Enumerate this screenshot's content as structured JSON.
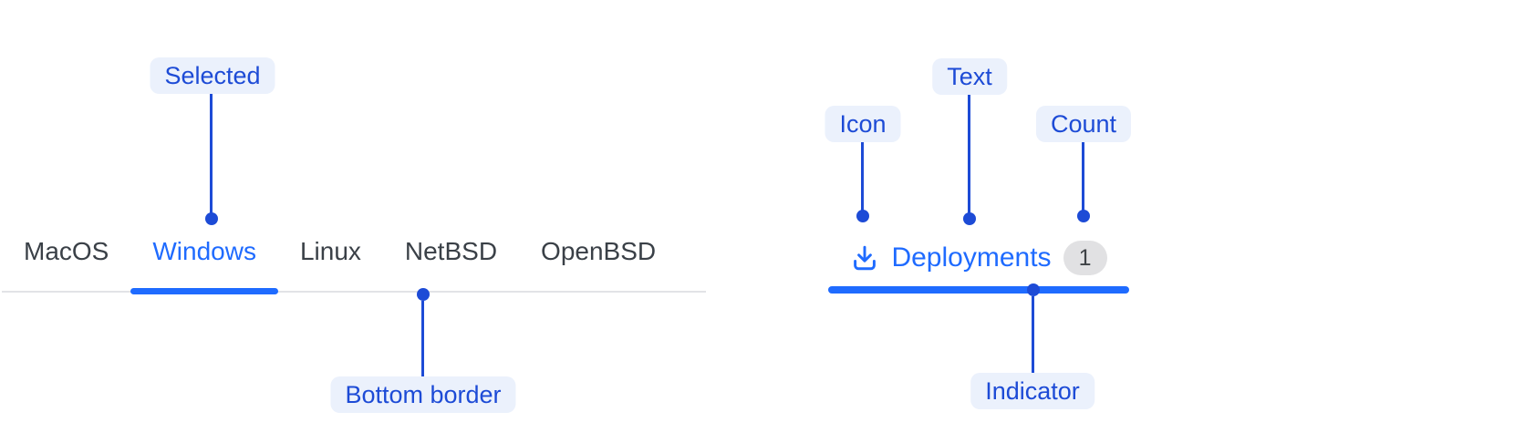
{
  "tabs_left": {
    "items": [
      {
        "label": "MacOS",
        "selected": false
      },
      {
        "label": "Windows",
        "selected": true
      },
      {
        "label": "Linux",
        "selected": false
      },
      {
        "label": "NetBSD",
        "selected": false
      },
      {
        "label": "OpenBSD",
        "selected": false
      }
    ]
  },
  "deployments_tab": {
    "icon": "download-icon",
    "label": "Deployments",
    "count": "1",
    "selected": true
  },
  "annotations": {
    "selected": {
      "label": "Selected"
    },
    "bottom_border": {
      "label": "Bottom border"
    },
    "icon": {
      "label": "Icon"
    },
    "text": {
      "label": "Text"
    },
    "count": {
      "label": "Count"
    },
    "indicator": {
      "label": "Indicator"
    }
  },
  "colors": {
    "accent_blue": "#1f6bff",
    "annotation_blue": "#1d4bd6",
    "pill_background": "#ebf1fc",
    "tab_text_gray": "#3a4047",
    "border_gray": "#e2e3e7",
    "badge_background": "#e1e1e3"
  }
}
